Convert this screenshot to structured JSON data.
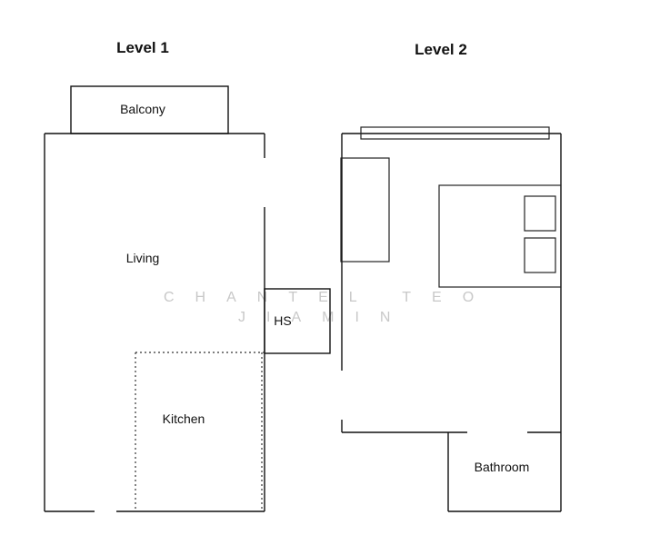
{
  "levels": [
    {
      "title": "Level 1",
      "rooms": {
        "balcony": "Balcony",
        "living": "Living",
        "hs": "HS",
        "kitchen": "Kitchen"
      }
    },
    {
      "title": "Level 2",
      "rooms": {
        "bathroom": "Bathroom"
      }
    }
  ],
  "watermark": {
    "line1": "CHANTEL TEO",
    "line2": "JIAMIN"
  }
}
